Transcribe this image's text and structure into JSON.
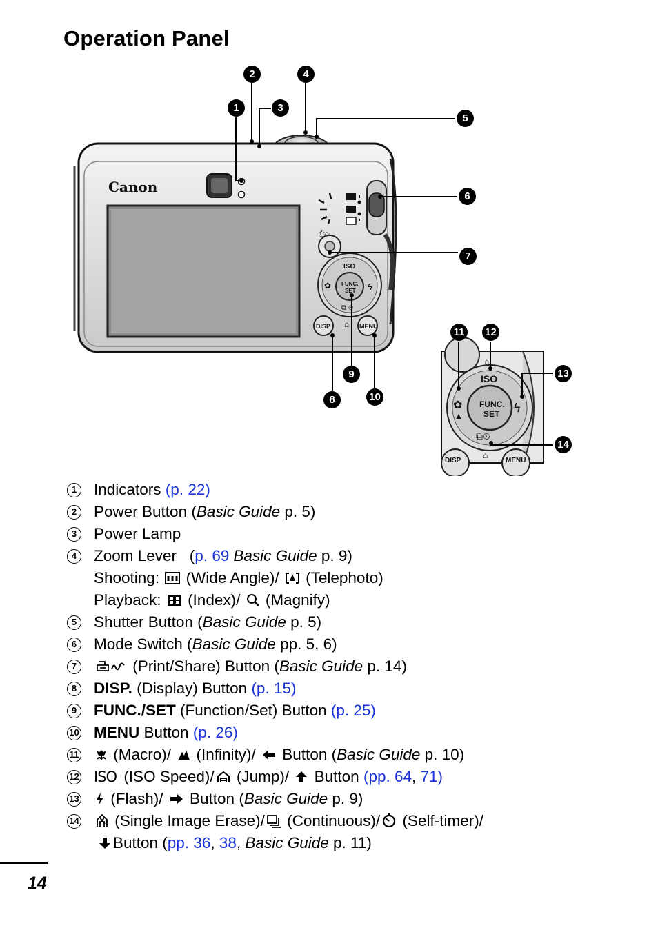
{
  "title": "Operation Panel",
  "page_number": "14",
  "camera": {
    "brand": "Canon",
    "buttons": {
      "iso": "ISO",
      "func_set_1": "FUNC.",
      "func_set_2": "SET",
      "disp": "DISP",
      "menu": "MENU"
    }
  },
  "callouts": [
    "1",
    "2",
    "3",
    "4",
    "5",
    "6",
    "7",
    "8",
    "9",
    "10",
    "11",
    "12",
    "13",
    "14"
  ],
  "legend": {
    "r1": {
      "num": "1",
      "text": "Indicators ",
      "link": "(p. 22)"
    },
    "r2": {
      "num": "2",
      "pre": "Power Button (",
      "italic": "Basic Guide",
      "post": " p. 5)"
    },
    "r3": {
      "num": "3",
      "text": "Power Lamp"
    },
    "r4": {
      "num": "4",
      "pre": "Zoom Lever   (",
      "link": "p. 69",
      ", ": ", ",
      "italic": "Basic Guide",
      "post": " p. 9)"
    },
    "r4a": {
      "pre": "Shooting: ",
      "mid": " (Wide Angle)/ ",
      "post": " (Telephoto)"
    },
    "r4b": {
      "pre": "Playback: ",
      "mid": " (Index)/ ",
      "post": " (Magnify)"
    },
    "r5": {
      "num": "5",
      "pre": "Shutter Button (",
      "italic": "Basic Guide",
      "post": " p. 5)"
    },
    "r6": {
      "num": "6",
      "pre": "Mode Switch (",
      "italic": "Basic Guide",
      "post": " pp. 5, 6)"
    },
    "r7": {
      "num": "7",
      "pre": " (Print/Share) Button (",
      "italic": "Basic Guide",
      "post": " p. 14)"
    },
    "r8": {
      "num": "8",
      "bold": "DISP.",
      "mid": " (Display) Button ",
      "link": "(p. 15)"
    },
    "r9": {
      "num": "9",
      "bold": "FUNC./SET",
      "mid": " (Function/Set) Button ",
      "link": "(p. 25)"
    },
    "r10": {
      "num": "10",
      "bold": "MENU",
      "mid": " Button ",
      "link": "(p. 26)"
    },
    "r11": {
      "num": "11",
      "a": " (Macro)/ ",
      "b": " (Infinity)/ ",
      "c": " Button (",
      "italic": "Basic Guide",
      "post": " p. 10)"
    },
    "r12": {
      "num": "12",
      "iso": "ISO",
      "a": " (ISO Speed)/",
      "b": " (Jump)/ ",
      "c": " Button ",
      "link1": "(pp. 64",
      ", ": ", ",
      "link2": "71)"
    },
    "r13": {
      "num": "13",
      "a": " (Flash)/ ",
      "b": " Button (",
      "italic": "Basic Guide",
      "post": " p. 9)"
    },
    "r14": {
      "num": "14",
      "a": " (Single Image Erase)/",
      "b": " (Continuous)/",
      "c": " (Self-timer)/"
    },
    "r14a": {
      "pre": "Button (",
      "link1": "pp. 36",
      ", ": ", ",
      "link2": "38",
      ", 2": ", ",
      "italic": "Basic Guide",
      "post": " p. 11)"
    }
  },
  "colors": {
    "link": "#1a33d6",
    "text": "#000000"
  }
}
